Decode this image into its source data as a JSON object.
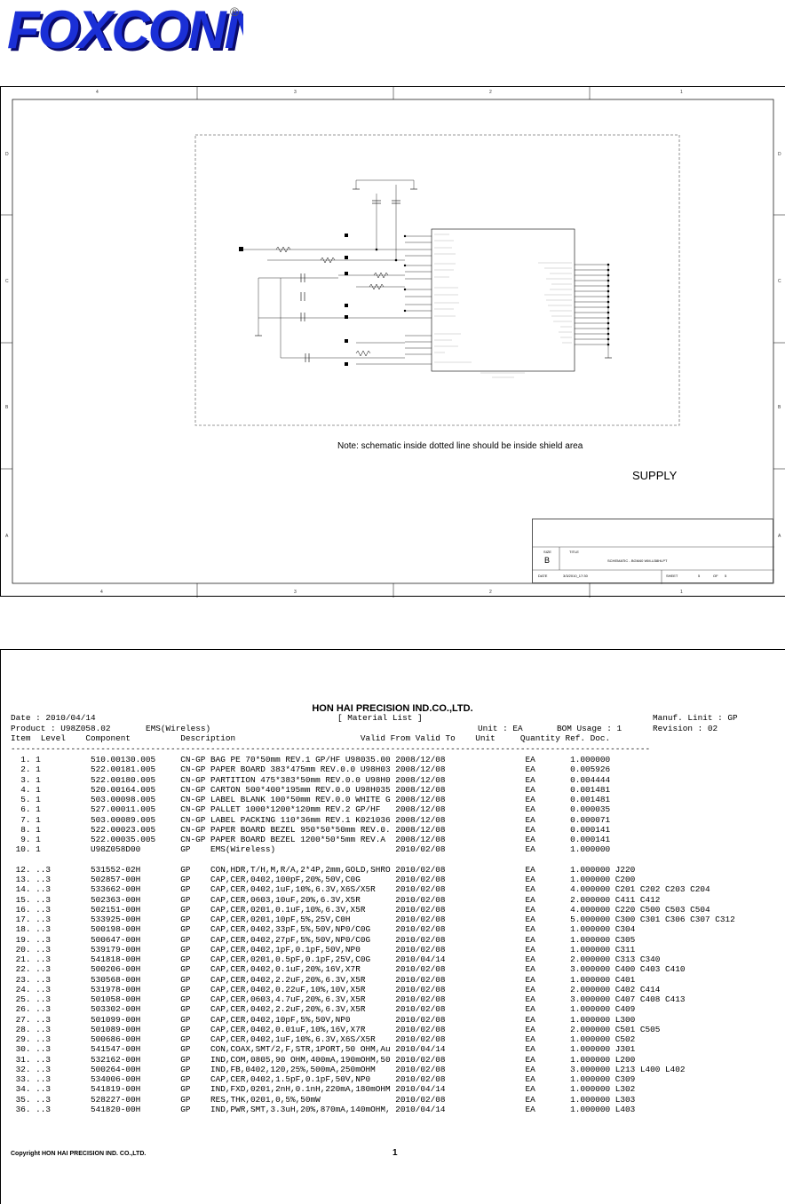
{
  "logo": {
    "text": "FOXCONN",
    "reg": "®"
  },
  "schematic": {
    "zones_top": [
      "4",
      "3",
      "2",
      "1"
    ],
    "zones_side": [
      "D",
      "C",
      "B",
      "A"
    ],
    "note": "Note: schematic inside dotted line should be inside shield area",
    "supply": "SUPPLY",
    "title_block": {
      "size_label": "SIZE",
      "size": "B",
      "title_label": "TITLE",
      "title": "SCHEMATIC - BGM40 WM-U38HLPT",
      "date_label": "DATE",
      "date": "3/3/2010_17:30",
      "sheet_label": "SHEET",
      "sheet": "5",
      "of_label": "OF",
      "of": "5"
    }
  },
  "bom": {
    "company": "HON HAI PRECISION IND.CO.,LTD.",
    "subtitle": "[ Material List ]",
    "date": "Date : 2010/04/14",
    "manuf_limit": "Manuf. Linit : GP",
    "product": "Product : U98Z058.02",
    "ems": "EMS(Wireless)",
    "unit": "Unit : EA",
    "bom_usage": "BOM Usage : 1",
    "revision": "Revision : 02",
    "columns": "Item  Level    Component          Description                         Valid From Valid To    Unit     Quantity Ref. Doc.",
    "separator": "--------------------------------------------------------------------------------------------------------------------------------",
    "rows": [
      "  1. 1          510.00130.005     CN-GP BAG PE 70*50mm REV.1 GP/HF U98035.00 2008/12/08                EA       1.000000",
      "  2. 1          522.00181.005     CN-GP PAPER BOARD 383*475mm REV.0.0 U98H03 2008/12/08                EA       0.005926",
      "  3. 1          522.00180.005     CN-GP PARTITION 475*383*50mm REV.0.0 U98H0 2008/12/08                EA       0.004444",
      "  4. 1          520.00164.005     CN-GP CARTON 500*400*195mm REV.0.0 U98H035 2008/12/08                EA       0.001481",
      "  5. 1          503.00098.005     CN-GP LABEL BLANK 100*50mm REV.0.0 WHITE G 2008/12/08                EA       0.001481",
      "  6. 1          527.00011.005     CN-GP PALLET 1000*1200*120mm REV.2 GP/HF   2008/12/08                EA       0.000035",
      "  7. 1          503.00089.005     CN-GP LABEL PACKING 110*36mm REV.1 K021036 2008/12/08                EA       0.000071",
      "  8. 1          522.00023.005     CN-GP PAPER BOARD BEZEL 950*50*50mm REV.0. 2008/12/08                EA       0.000141",
      "  9. 1          522.00035.005     CN-GP PAPER BOARD BEZEL 1200*50*5mm REV.A  2008/12/08                EA       0.000141",
      " 10. 1          U98Z058D00        GP    EMS(Wireless)                        2010/02/08                EA       1.000000",
      "",
      " 12. ..3        531552-02H        GP    CON,HDR,T/H,M,R/A,2*4P,2mm,GOLD,SHRO 2010/02/08                EA       1.000000 J220",
      " 13. ..3        502857-00H        GP    CAP,CER,0402,100pF,20%,50V,C0G       2010/02/08                EA       1.000000 C200",
      " 14. ..3        533662-00H        GP    CAP,CER,0402,1uF,10%,6.3V,X6S/X5R    2010/02/08                EA       4.000000 C201 C202 C203 C204",
      " 15. ..3        502363-00H        GP    CAP,CER,0603,10uF,20%,6.3V,X5R       2010/02/08                EA       2.000000 C411 C412",
      " 16. ..3        502151-00H        GP    CAP,CER,0201,0.1uF,10%,6.3V,X5R      2010/02/08                EA       4.000000 C220 C500 C503 C504",
      " 17. ..3        533925-00H        GP    CAP,CER,0201,10pF,5%,25V,C0H         2010/02/08                EA       5.000000 C300 C301 C306 C307 C312",
      " 18. ..3        500198-00H        GP    CAP,CER,0402,33pF,5%,50V,NP0/C0G     2010/02/08                EA       1.000000 C304",
      " 19. ..3        500647-00H        GP    CAP,CER,0402,27pF,5%,50V,NP0/C0G     2010/02/08                EA       1.000000 C305",
      " 20. ..3        539179-00H        GP    CAP,CER,0402,1pF,0.1pF,50V,NP0       2010/02/08                EA       1.000000 C311",
      " 21. ..3        541818-00H        GP    CAP,CER,0201,0.5pF,0.1pF,25V,C0G     2010/04/14                EA       2.000000 C313 C340",
      " 22. ..3        500206-00H        GP    CAP,CER,0402,0.1uF,20%,16V,X7R       2010/02/08                EA       3.000000 C400 C403 C410",
      " 23. ..3        530568-00H        GP    CAP,CER,0402,2.2uF,20%,6.3V,X5R      2010/02/08                EA       1.000000 C401",
      " 24. ..3        531978-00H        GP    CAP,CER,0402,0.22uF,10%,10V,X5R      2010/02/08                EA       2.000000 C402 C414",
      " 25. ..3        501058-00H        GP    CAP,CER,0603,4.7uF,20%,6.3V,X5R      2010/02/08                EA       3.000000 C407 C408 C413",
      " 26. ..3        503302-00H        GP    CAP,CER,0402,2.2uF,20%,6.3V,X5R      2010/02/08                EA       1.000000 C409",
      " 27. ..3        501099-00H        GP    CAP,CER,0402,10pF,5%,50V,NP0         2010/02/08                EA       1.000000 L300",
      " 28. ..3        501089-00H        GP    CAP,CER,0402,0.01uF,10%,16V,X7R      2010/02/08                EA       2.000000 C501 C505",
      " 29. ..3        500686-00H        GP    CAP,CER,0402,1uF,10%,6.3V,X6S/X5R    2010/02/08                EA       1.000000 C502",
      " 30. ..3        541547-00H        GP    CON,COAX,SMT/2,F,STR,1PORT,50 OHM,Au 2010/04/14                EA       1.000000 J301",
      " 31. ..3        532162-00H        GP    IND,COM,0805,90 OHM,400mA,190mOHM,50 2010/02/08                EA       1.000000 L200",
      " 32. ..3        500264-00H        GP    IND,FB,0402,120,25%,500mA,250mOHM    2010/02/08                EA       3.000000 L213 L400 L402",
      " 33. ..3        534006-00H        GP    CAP,CER,0402,1.5pF,0.1pF,50V,NP0     2010/02/08                EA       1.000000 C309",
      " 34. ..3        541819-00H        GP    IND,FXD,0201,2nH,0.1nH,220mA,180mOHM 2010/04/14                EA       1.000000 L302",
      " 35. ..3        528227-00H        GP    RES,THK,0201,0,5%,50mW               2010/02/08                EA       1.000000 L303",
      " 36. ..3        541820-00H        GP    IND,PWR,SMT,3.3uH,20%,870mA,140mOHM, 2010/04/14                EA       1.000000 L403"
    ],
    "copyright": "Copyright HON HAI PRECISION IND. CO.,LTD.",
    "page": "1"
  },
  "colors": {
    "logo_blue": "#1a2fd6",
    "logo_shadow": "#0a0a6a",
    "line": "#000000"
  }
}
